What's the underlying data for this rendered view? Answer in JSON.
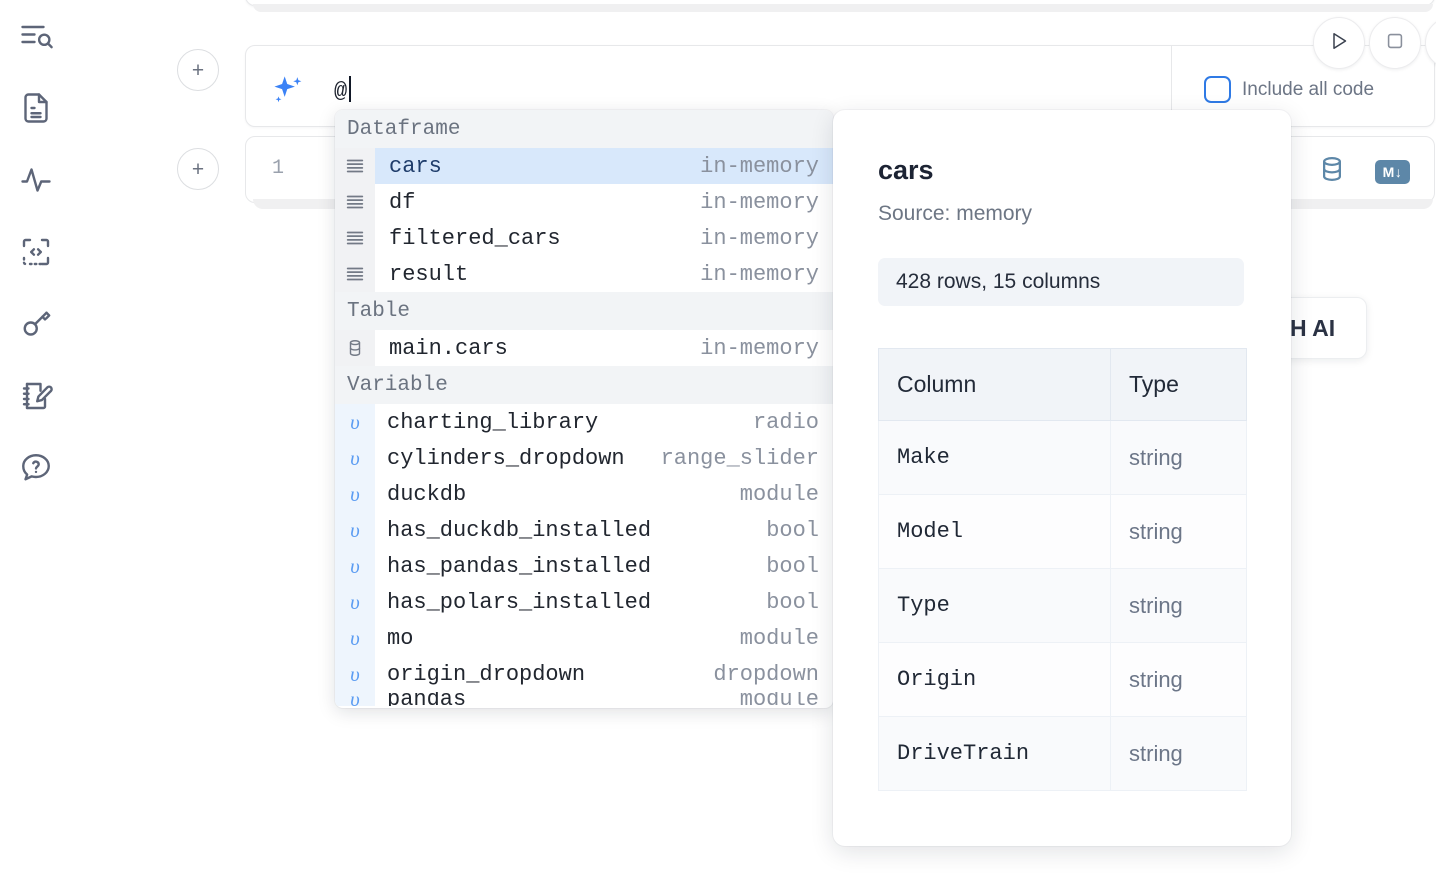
{
  "sidebar": {
    "items": [
      {
        "icon": "outline-search-icon",
        "label": "Outline"
      },
      {
        "icon": "document-icon",
        "label": "Notebook files"
      },
      {
        "icon": "activity-pulse-icon",
        "label": "Dependencies"
      },
      {
        "icon": "code-snippets-icon",
        "label": "Snippets"
      },
      {
        "icon": "key-icon",
        "label": "Secrets"
      },
      {
        "icon": "scratchpad-edit-icon",
        "label": "Scratchpad"
      },
      {
        "icon": "help-chat-icon",
        "label": "Help"
      }
    ]
  },
  "ai_cell": {
    "sparkle_icon": "ai-sparkle-icon",
    "input_value": "@",
    "include_all_code_label": "Include all code",
    "include_all_code_checked": false,
    "add_cell_label": "+"
  },
  "toolbar": {
    "run_label": "▷",
    "stop_label": "□",
    "more_label": "○"
  },
  "code_cell": {
    "line_number": "1",
    "icons": [
      {
        "name": "database-icon",
        "label": "SQL cell"
      },
      {
        "name": "markdown-icon",
        "label": "M↓"
      }
    ]
  },
  "ai_card": {
    "text": "H AI"
  },
  "autocomplete": {
    "groups": [
      {
        "label": "Dataframe",
        "kind": "dataframe",
        "items": [
          {
            "name": "cars",
            "type": "in-memory",
            "selected": true
          },
          {
            "name": "df",
            "type": "in-memory",
            "selected": false
          },
          {
            "name": "filtered_cars",
            "type": "in-memory",
            "selected": false
          },
          {
            "name": "result",
            "type": "in-memory",
            "selected": false
          }
        ]
      },
      {
        "label": "Table",
        "kind": "table",
        "items": [
          {
            "name": "main.cars",
            "type": "in-memory",
            "selected": false
          }
        ]
      },
      {
        "label": "Variable",
        "kind": "variable",
        "items": [
          {
            "name": "charting_library",
            "type": "radio",
            "selected": false
          },
          {
            "name": "cylinders_dropdown",
            "type": "range_slider",
            "selected": false
          },
          {
            "name": "duckdb",
            "type": "module",
            "selected": false
          },
          {
            "name": "has_duckdb_installed",
            "type": "bool",
            "selected": false
          },
          {
            "name": "has_pandas_installed",
            "type": "bool",
            "selected": false
          },
          {
            "name": "has_polars_installed",
            "type": "bool",
            "selected": false
          },
          {
            "name": "mo",
            "type": "module",
            "selected": false
          },
          {
            "name": "origin_dropdown",
            "type": "dropdown",
            "selected": false
          },
          {
            "name": "pandas",
            "type": "module",
            "selected": false,
            "clipped": true
          }
        ]
      }
    ]
  },
  "preview": {
    "title": "cars",
    "source": "Source: memory",
    "shape": "428 rows, 15 columns",
    "table": {
      "headers": [
        "Column",
        "Type"
      ],
      "rows": [
        [
          "Make",
          "string"
        ],
        [
          "Model",
          "string"
        ],
        [
          "Type",
          "string"
        ],
        [
          "Origin",
          "string"
        ],
        [
          "DriveTrain",
          "string"
        ]
      ]
    }
  },
  "colors": {
    "accent_blue": "#2f7ae5",
    "selection_blue": "#d8e8fb",
    "variable_gutter": "#eef5fd",
    "group_header_bg": "#f2f4f6",
    "steel_blue": "#5d87a8",
    "text_dark": "#1c2333",
    "text_muted": "#8a919e"
  }
}
